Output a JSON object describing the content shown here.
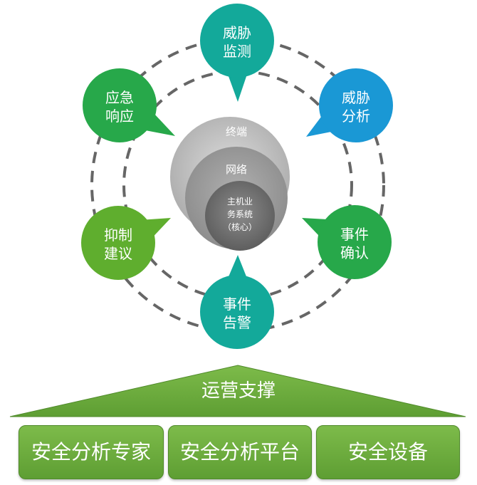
{
  "cycle": {
    "nodes": [
      {
        "id": "monitor",
        "line1": "威胁",
        "line2": "监测",
        "color": "#13a99a"
      },
      {
        "id": "analyze",
        "line1": "威胁",
        "line2": "分析",
        "color": "#1a98d5"
      },
      {
        "id": "confirm",
        "line1": "事件",
        "line2": "确认",
        "color": "#27a84a"
      },
      {
        "id": "alert",
        "line1": "事件",
        "line2": "告警",
        "color": "#13a99a"
      },
      {
        "id": "suggest",
        "line1": "抑制",
        "line2": "建议",
        "color": "#5fae2e"
      },
      {
        "id": "respond",
        "line1": "应急",
        "line2": "响应",
        "color": "#27a84a"
      }
    ]
  },
  "core": {
    "outer": "终端",
    "middle": "网络",
    "inner_line1": "主机业",
    "inner_line2": "务系统",
    "inner_line3": "（核心）"
  },
  "support": {
    "title": "运营支撑",
    "pillars": [
      "安全分析专家",
      "安全分析平台",
      "安全设备"
    ]
  }
}
